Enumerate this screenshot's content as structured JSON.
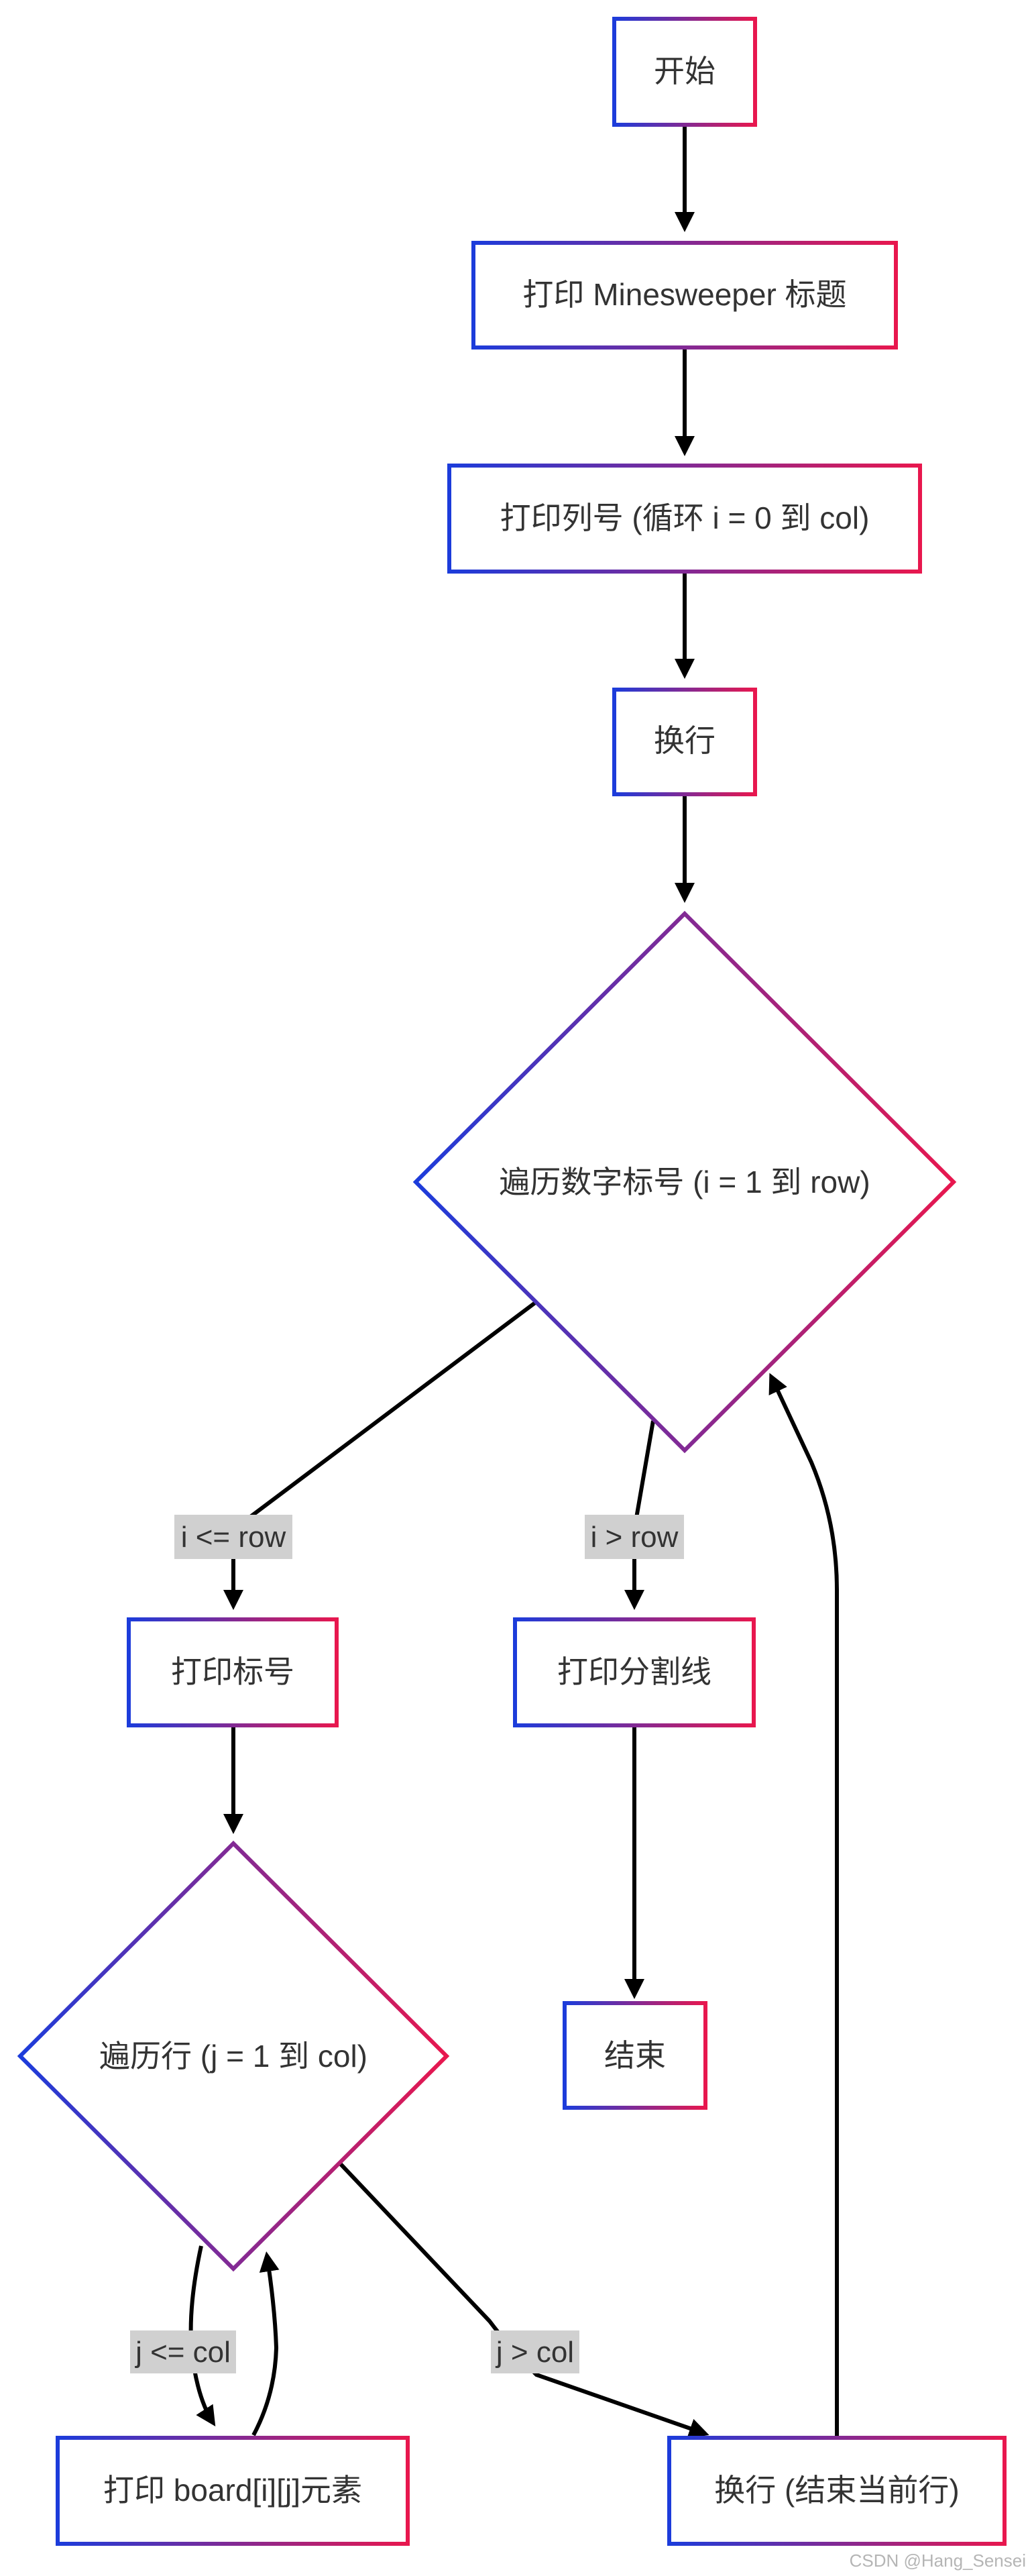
{
  "colors": {
    "gradient_start": "#1c3cdb",
    "gradient_end": "#e8174e",
    "edge": "#000000",
    "label_background": "#d0d0d0",
    "text": "#333333"
  },
  "nodes": {
    "start": "开始",
    "print_title": "打印 Minesweeper 标题",
    "print_col_numbers": "打印列号 (循环 i = 0 到 col)",
    "newline_1": "换行",
    "loop_rows": "遍历数字标号 (i = 1 到 row)",
    "print_row_number": "打印标号",
    "print_separator": "打印分割线",
    "loop_cols": "遍历行 (j = 1 到 col)",
    "end": "结束",
    "print_cell": "打印 board[i][j]元素",
    "newline_row": "换行 (结束当前行)"
  },
  "edge_labels": {
    "i_le_row": "i <= row",
    "i_gt_row": "i > row",
    "j_le_col": "j <= col",
    "j_gt_col": "j > col"
  },
  "watermark": "CSDN @Hang_Sensei"
}
